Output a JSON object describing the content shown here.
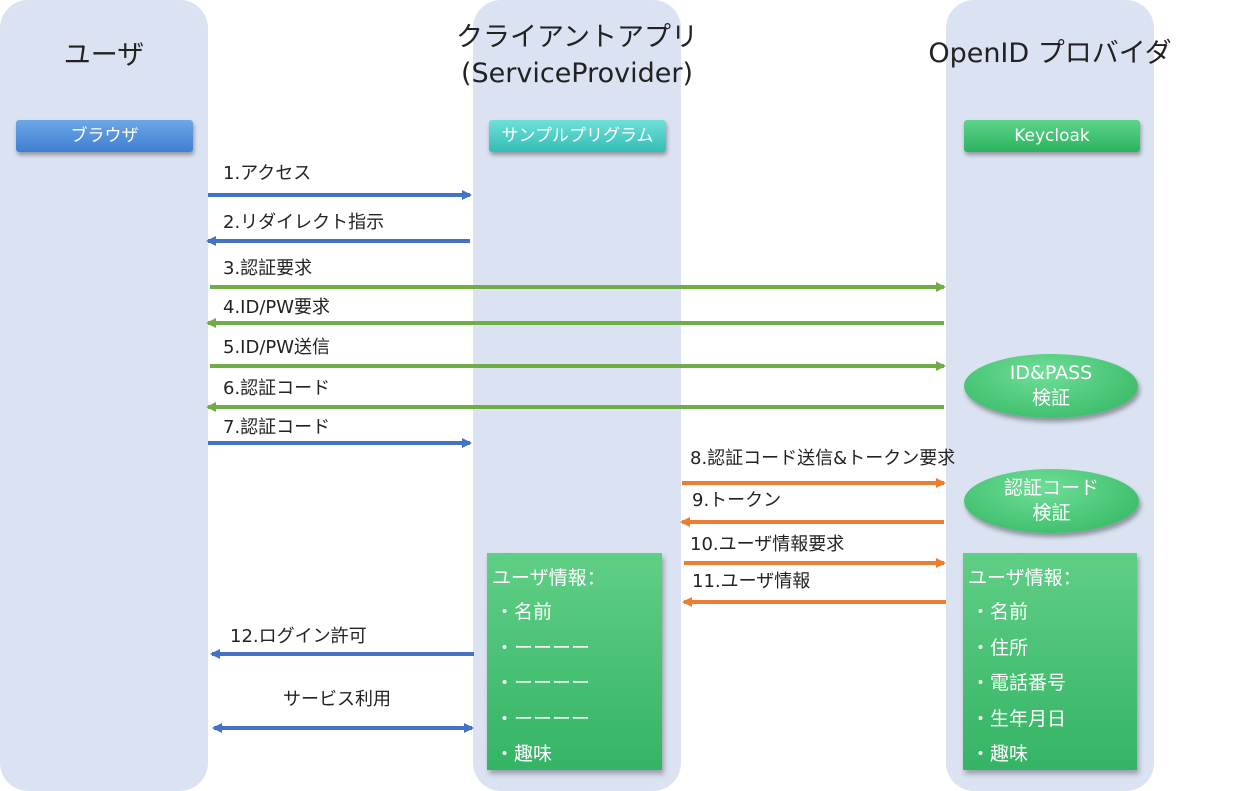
{
  "lanes": {
    "user": {
      "title": "ユーザ",
      "actor": "ブラウザ"
    },
    "client": {
      "title_line1": "クライアントアプリ",
      "title_line2": "(ServiceProvider)",
      "actor": "サンプルプリグラム"
    },
    "op": {
      "title": "OpenID プロバイダ",
      "actor": "Keycloak"
    }
  },
  "messages": [
    {
      "label": "1.アクセス",
      "color": "blue"
    },
    {
      "label": "2.リダイレクト指示",
      "color": "blue"
    },
    {
      "label": "3.認証要求",
      "color": "green"
    },
    {
      "label": "4.ID/PW要求",
      "color": "green"
    },
    {
      "label": "5.ID/PW送信",
      "color": "green"
    },
    {
      "label": "6.認証コード",
      "color": "green"
    },
    {
      "label": "7.認証コード",
      "color": "blue"
    },
    {
      "label": "8.認証コード送信&トークン要求",
      "color": "orange"
    },
    {
      "label": "9.トークン",
      "color": "orange"
    },
    {
      "label": "10.ユーザ情報要求",
      "color": "orange"
    },
    {
      "label": "11.ユーザ情報",
      "color": "orange"
    },
    {
      "label": "12.ログイン許可",
      "color": "blue"
    },
    {
      "label": "サービス利用",
      "color": "blue"
    }
  ],
  "processes": {
    "idpass": {
      "line1": "ID&PASS",
      "line2": "検証"
    },
    "code": {
      "line1": "認証コード",
      "line2": "検証"
    }
  },
  "client_userinfo": {
    "title": "ユーザ情報：",
    "items": [
      "・名前",
      "・ーーーー",
      "・ーーーー",
      "・ーーーー",
      "・趣味"
    ]
  },
  "op_userinfo": {
    "title": "ユーザ情報：",
    "items": [
      "・名前",
      "・住所",
      "・電話番号",
      "・生年月日",
      "・趣味"
    ]
  },
  "colors": {
    "blue": "#4472c4",
    "green": "#70ad47",
    "orange": "#ed7d31"
  }
}
